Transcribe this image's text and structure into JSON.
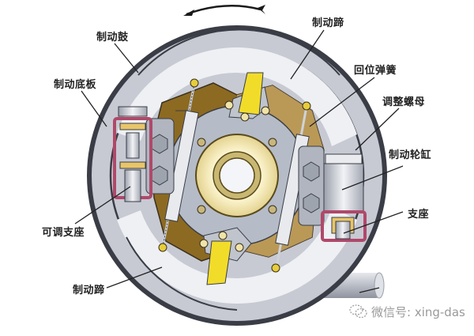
{
  "diagram": {
    "subject": "drum brake",
    "rotation_arrow": "counter-clockwise",
    "labels": {
      "brake_drum": "制动鼓",
      "brake_backing_plate": "制动底板",
      "adjustable_support": "可调支座",
      "brake_shoe_bottom": "制动蹄",
      "brake_shoe_top": "制动蹄",
      "return_spring": "回位弹簧",
      "adjusting_nut": "调整螺母",
      "wheel_cylinder": "制动轮缸",
      "support": "支座"
    },
    "watermark": {
      "text": "微信号: xing-das",
      "icon": "wechat-icon"
    },
    "colors": {
      "drum_outer": "#3a3d45",
      "drum_face": "#c7cad3",
      "shoe": "#eef0f4",
      "backing_plate": "#8c6a22",
      "backing_plate_light": "#c9a96a",
      "hub_ring": "#f0e6b0",
      "cam_yellow": "#f2dc2a",
      "support_red": "#b0486a",
      "support_yellow": "#e8c56a",
      "steel": "#b8bcc6",
      "label_text": "#222222",
      "leader_line": "#222222",
      "watermark": "#9a9a9a"
    }
  }
}
